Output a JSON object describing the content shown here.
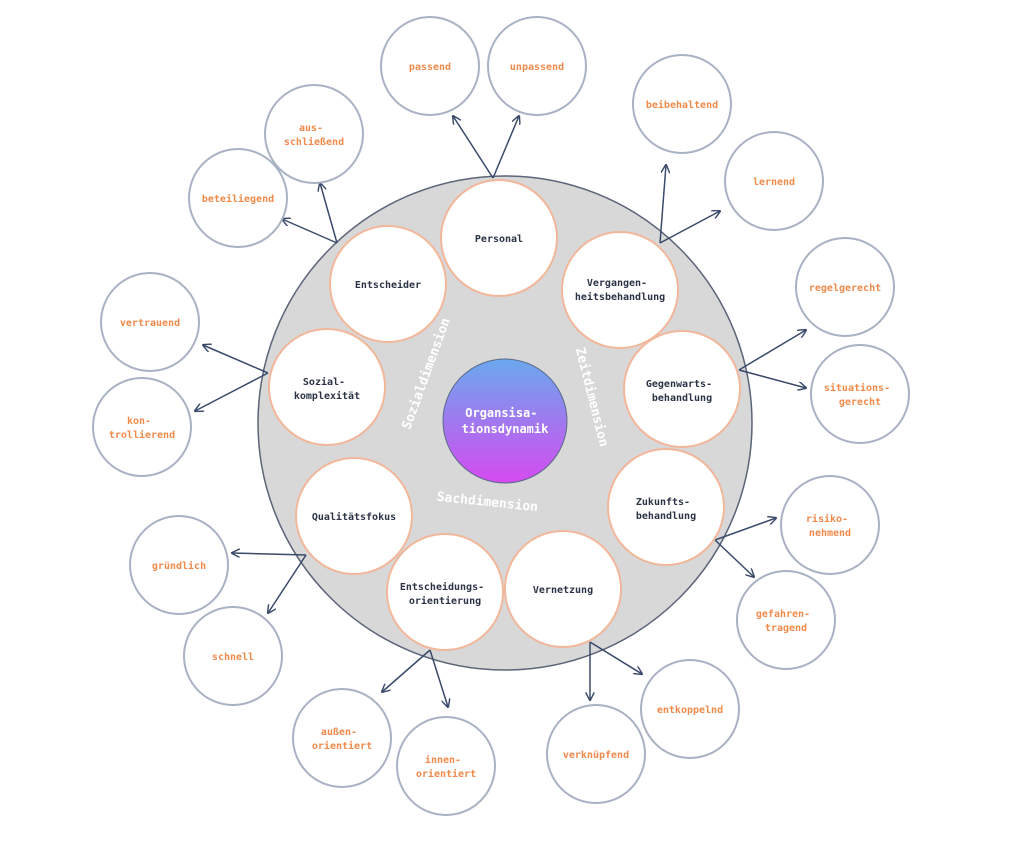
{
  "center": {
    "lines": [
      "Organsisa-",
      "tionsdynamik"
    ]
  },
  "dimensions": {
    "sozial": "Sozialdimension",
    "zeit": "Zeitdimension",
    "sach": "Sachdimension"
  },
  "inner": {
    "personal": [
      "Personal"
    ],
    "vergangenheit": [
      "Vergangen-",
      "heitsbehandlung"
    ],
    "gegenwart": [
      "Gegenwarts-",
      "behandlung"
    ],
    "zukunft": [
      "Zukunfts-",
      "behandlung"
    ],
    "vernetzung": [
      "Vernetzung"
    ],
    "entscheidungsorientierung": [
      "Entscheidungs-",
      "orientierung"
    ],
    "qualitaetsfokus": [
      "Qualitätsfokus"
    ],
    "sozialkomplexitaet": [
      "Sozial-",
      "komplexität"
    ],
    "entscheider": [
      "Entscheider"
    ]
  },
  "outer": {
    "passend": [
      "passend"
    ],
    "unpassend": [
      "unpassend"
    ],
    "beibehaltend": [
      "beibehaltend"
    ],
    "lernend": [
      "lernend"
    ],
    "regelgerecht": [
      "regelgerecht"
    ],
    "situationsgerecht": [
      "situations-",
      "gerecht"
    ],
    "risikonehmend": [
      "risiko-",
      "nehmend"
    ],
    "gefahrentragend": [
      "gefahren-",
      "tragend"
    ],
    "entkoppelnd": [
      "entkoppelnd"
    ],
    "verknuepfend": [
      "verknüpfend"
    ],
    "innenorientiert": [
      "innen-",
      "orientiert"
    ],
    "aussenorientiert": [
      "außen-",
      "orientiert"
    ],
    "schnell": [
      "schnell"
    ],
    "gruendlich": [
      "gründlich"
    ],
    "kontrollierend": [
      "kon-",
      "trollierend"
    ],
    "vertrauend": [
      "vertrauend"
    ],
    "beteiliegend": [
      "beteiliegend"
    ],
    "ausschliessend": [
      "aus-",
      "schließend"
    ]
  },
  "colors": {
    "center_gradient_top": "#6aa8ee",
    "center_gradient_bottom": "#d54bf0",
    "ring_fill": "#d8d8d8",
    "outer_text": "#f08a4b",
    "inner_text": "#2b3346",
    "arrow": "#3a4a6b"
  }
}
